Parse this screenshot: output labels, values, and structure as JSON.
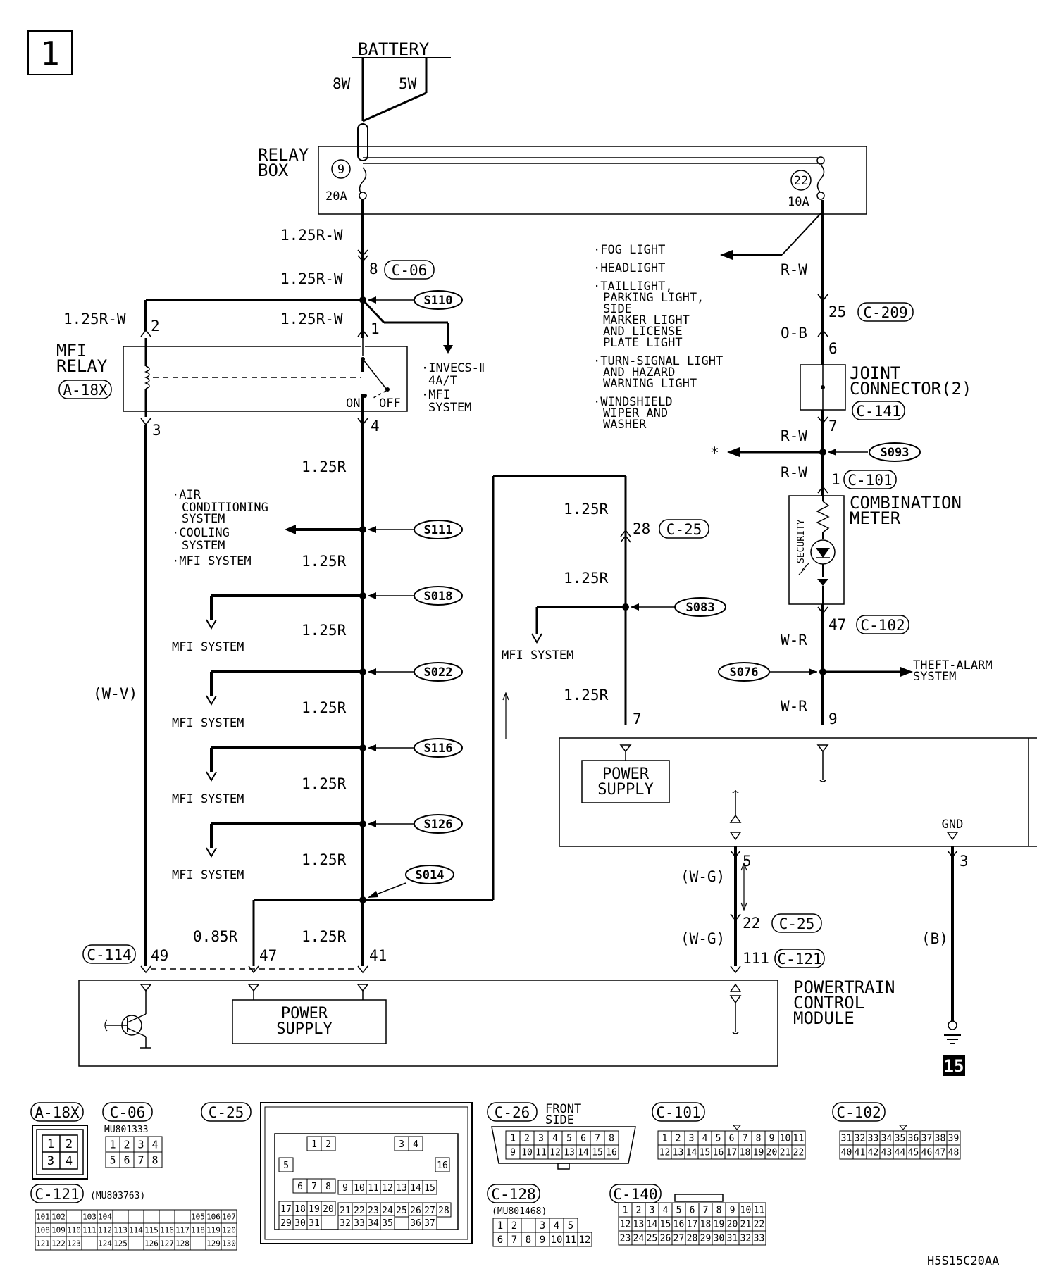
{
  "page_number": "1",
  "figure_code": "H5S15C20AA",
  "battery": {
    "label": "BATTERY",
    "left_wire": "8W",
    "right_wire": "5W"
  },
  "relay_box": {
    "label_line1": "RELAY",
    "label_line2": "BOX",
    "fuse_left_no": "9",
    "fuse_left_rating": "20A",
    "fuse_right_no": "22",
    "fuse_right_rating": "10A"
  },
  "wires": {
    "w_125rw": "1.25R-W",
    "w_125r": "1.25R",
    "w_085r": "0.85R",
    "w_rw": "R-W",
    "w_ob": "O-B",
    "w_wr": "W-R",
    "w_wv": "(W-V)",
    "w_wg": "(W-G)",
    "w_b": "(B)"
  },
  "pins": {
    "p8": "8",
    "p2": "2",
    "p1": "1",
    "p3": "3",
    "p4": "4",
    "p25": "25",
    "p6": "6",
    "p7": "7",
    "p1b": "1",
    "p47": "47",
    "p9": "9",
    "p28": "28",
    "p7b": "7",
    "p5": "5",
    "p3b": "3",
    "p22": "22",
    "p111": "111",
    "p49": "49",
    "p47b": "47",
    "p41": "41"
  },
  "connectors": {
    "c06": "C-06",
    "c209": "C-209",
    "c141": "C-141",
    "c101": "C-101",
    "c102": "C-102",
    "c25": "C-25",
    "c121": "C-121",
    "c114": "C-114",
    "a18x": "A-18X"
  },
  "splices": {
    "s110": "S110",
    "s093": "S093",
    "s111": "S111",
    "s018": "S018",
    "s083": "S083",
    "s022": "S022",
    "s076": "S076",
    "s116": "S116",
    "s126": "S126",
    "s014": "S014"
  },
  "mfi_relay": {
    "line1": "MFI",
    "line2": "RELAY",
    "on": "ON",
    "off": "OFF"
  },
  "invecs": {
    "line1": "·INVECS-Ⅱ",
    "line2": "4A/T",
    "line3": "·MFI",
    "line4": "SYSTEM"
  },
  "fog_group": [
    "·FOG LIGHT",
    "·HEADLIGHT",
    "·TAILLIGHT,",
    "PARKING LIGHT,",
    "SIDE",
    "MARKER LIGHT",
    "AND LICENSE",
    "PLATE LIGHT",
    "·TURN-SIGNAL LIGHT",
    "AND HAZARD",
    "WARNING LIGHT",
    "·WINDSHIELD",
    "WIPER AND",
    "WASHER"
  ],
  "ac_group": [
    "·AIR",
    "CONDITIONING",
    "SYSTEM",
    "·COOLING",
    "SYSTEM",
    "·MFI SYSTEM"
  ],
  "joint_connector": {
    "line1": "JOINT",
    "line2": "CONNECTOR(2)"
  },
  "combination_meter": {
    "line1": "COMBINATION",
    "line2": "METER",
    "security": "SECURITY"
  },
  "theft_alarm": {
    "line1": "THEFT-ALARM",
    "line2": "SYSTEM"
  },
  "mfi_system": "MFI SYSTEM",
  "asterisk": "*",
  "power_supply": {
    "line1": "POWER",
    "line2": "SUPPLY"
  },
  "gnd": "GND",
  "pcm": {
    "line1": "POWERTRAIN",
    "line2": "CONTROL",
    "line3": "MODULE"
  },
  "ground_no": "15",
  "connector_views": {
    "a18x_cells": [
      "1",
      "2",
      "3",
      "4"
    ],
    "c06_part": "MU801333",
    "c06_cells": [
      "1",
      "2",
      "3",
      "4",
      "5",
      "6",
      "7",
      "8"
    ],
    "c121_part": "(MU803763)",
    "c121_rows": [
      [
        "101",
        "102",
        "",
        "103",
        "104",
        "",
        "",
        "",
        "",
        "",
        "105",
        "106",
        "107"
      ],
      [
        "108",
        "109",
        "110",
        "111",
        "112",
        "113",
        "114",
        "115",
        "116",
        "117",
        "118",
        "119",
        "120"
      ],
      [
        "121",
        "122",
        "123",
        "",
        "124",
        "125",
        "",
        "126",
        "127",
        "128",
        "",
        "129",
        "130"
      ]
    ],
    "c25_cells": [
      "1",
      "2",
      "3",
      "4",
      "5",
      "16",
      "6",
      "7",
      "8",
      "9",
      "10",
      "11",
      "12",
      "13",
      "14",
      "15",
      "17",
      "18",
      "19",
      "20",
      "21",
      "22",
      "23",
      "24",
      "25",
      "26",
      "27",
      "28",
      "29",
      "30",
      "31",
      "32",
      "33",
      "34",
      "35",
      "36",
      "37"
    ],
    "c26_label": "C-26",
    "c26_side_line1": "FRONT",
    "c26_side_line2": "SIDE",
    "c26_rows": [
      [
        "1",
        "2",
        "3",
        "4",
        "5",
        "6",
        "7",
        "8"
      ],
      [
        "9",
        "10",
        "11",
        "12",
        "13",
        "14",
        "15",
        "16"
      ]
    ],
    "c128_label": "C-128",
    "c128_part": "(MU801468)",
    "c128_rows": [
      [
        "1",
        "2",
        "",
        "3",
        "4",
        "5"
      ],
      [
        "6",
        "7",
        "8",
        "9",
        "10",
        "11",
        "12"
      ]
    ],
    "c101_rows": [
      [
        "1",
        "2",
        "3",
        "4",
        "5",
        "6",
        "7",
        "8",
        "9",
        "10",
        "11"
      ],
      [
        "12",
        "13",
        "14",
        "15",
        "16",
        "17",
        "18",
        "19",
        "20",
        "21",
        "22"
      ]
    ],
    "c102_rows": [
      [
        "31",
        "32",
        "33",
        "34",
        "35",
        "36",
        "37",
        "38",
        "39"
      ],
      [
        "40",
        "41",
        "42",
        "43",
        "44",
        "45",
        "46",
        "47",
        "48"
      ]
    ],
    "c140_label": "C-140",
    "c140_rows": [
      [
        "1",
        "2",
        "3",
        "4",
        "5",
        "6",
        "7",
        "8",
        "9",
        "10",
        "11"
      ],
      [
        "12",
        "13",
        "14",
        "15",
        "16",
        "17",
        "18",
        "19",
        "20",
        "21",
        "22"
      ],
      [
        "23",
        "24",
        "25",
        "26",
        "27",
        "28",
        "29",
        "30",
        "31",
        "32",
        "33"
      ]
    ]
  }
}
